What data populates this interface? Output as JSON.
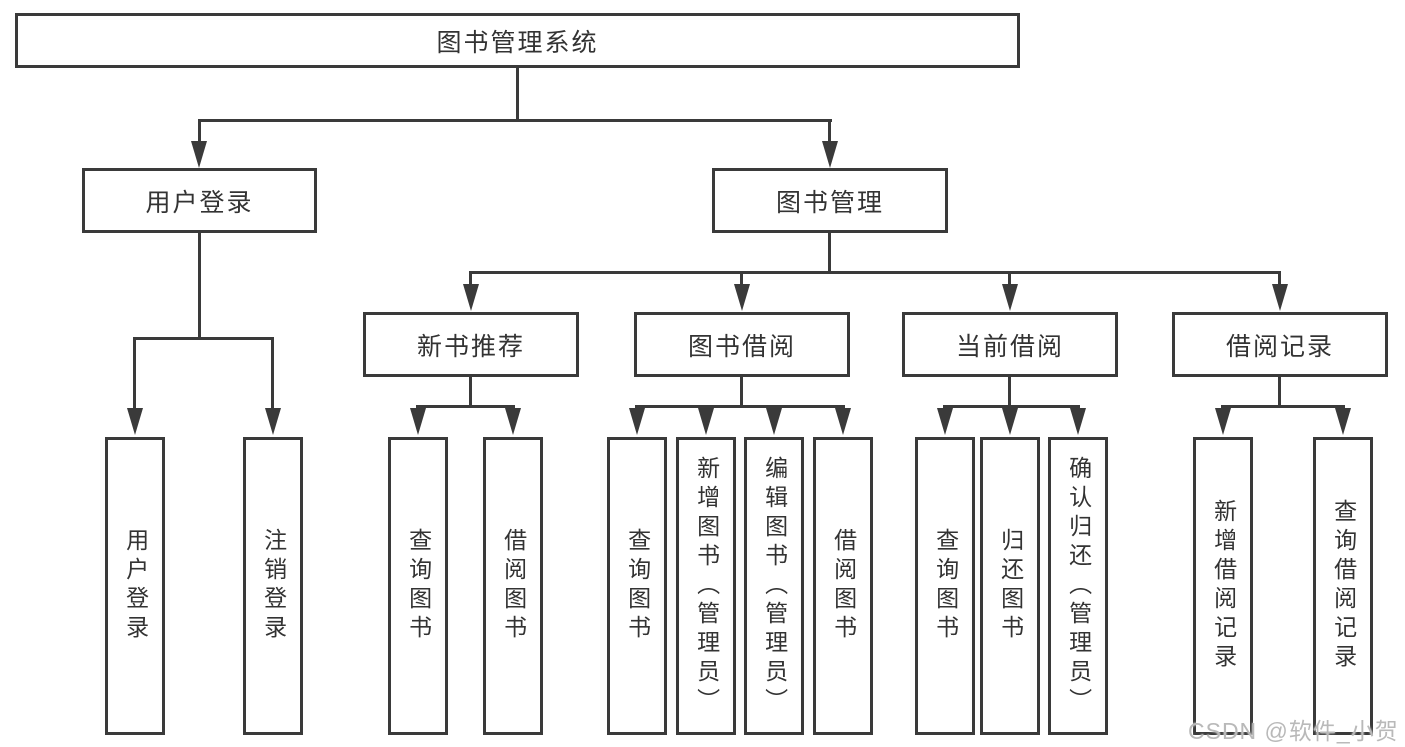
{
  "tree": {
    "root": "图书管理系统",
    "branches": [
      {
        "label": "用户登录",
        "children": [
          "用户登录",
          "注销登录"
        ]
      },
      {
        "label": "图书管理",
        "sections": [
          {
            "label": "新书推荐",
            "children": [
              "查询图书",
              "借阅图书"
            ]
          },
          {
            "label": "图书借阅",
            "children": [
              "查询图书",
              "新增图书（管理员）",
              "编辑图书（管理员）",
              "借阅图书"
            ]
          },
          {
            "label": "当前借阅",
            "children": [
              "查询图书",
              "归还图书",
              "确认归还（管理员）"
            ]
          },
          {
            "label": "借阅记录",
            "children": [
              "新增借阅记录",
              "查询借阅记录"
            ]
          }
        ]
      }
    ],
    "watermark": "CSDN @软件_小贺同学"
  },
  "colors": {
    "line": "#3a3a3a",
    "text": "#333333",
    "watermark": "#b9b9b9"
  }
}
